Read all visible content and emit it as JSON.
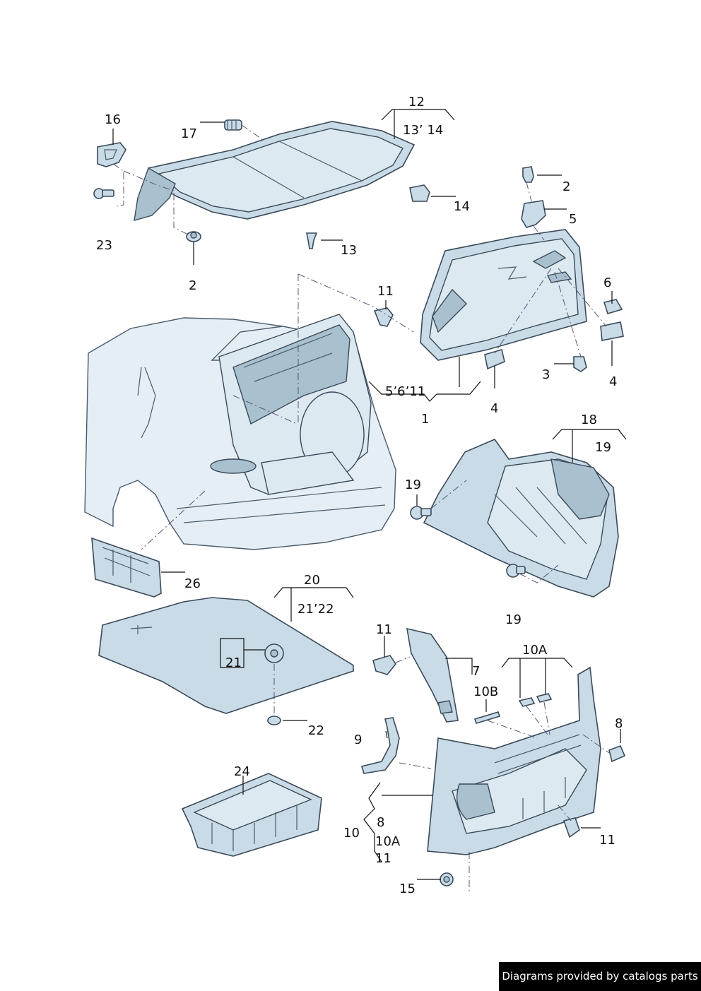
{
  "labels": {
    "l12": "12",
    "l13_14": "13’ 14",
    "l16": "16",
    "l17": "17",
    "l14": "14",
    "l23": "23",
    "l2a": "2",
    "l13": "13",
    "l2b": "2",
    "l5": "5",
    "l11a": "11",
    "l6": "6",
    "l3": "3",
    "l4a": "4",
    "l4b": "4",
    "l5_6_11": "5’6’11",
    "l1": "1",
    "l18": "18",
    "l19a": "19",
    "l19b": "19",
    "l19c": "19",
    "l26": "26",
    "l20": "20",
    "l21_22": "21’22",
    "l21": "21",
    "l22": "22",
    "l11b": "11",
    "l7": "7",
    "l10A_top": "10A",
    "l10B": "10B",
    "l8a": "8",
    "l9": "9",
    "l24": "24",
    "l8b": "8",
    "l10": "10",
    "l10A_bottom": "10A",
    "l11c": "11",
    "l11d": "11",
    "l15": "15"
  },
  "footer": {
    "credit": "Diagrams provided by catalogs parts"
  }
}
